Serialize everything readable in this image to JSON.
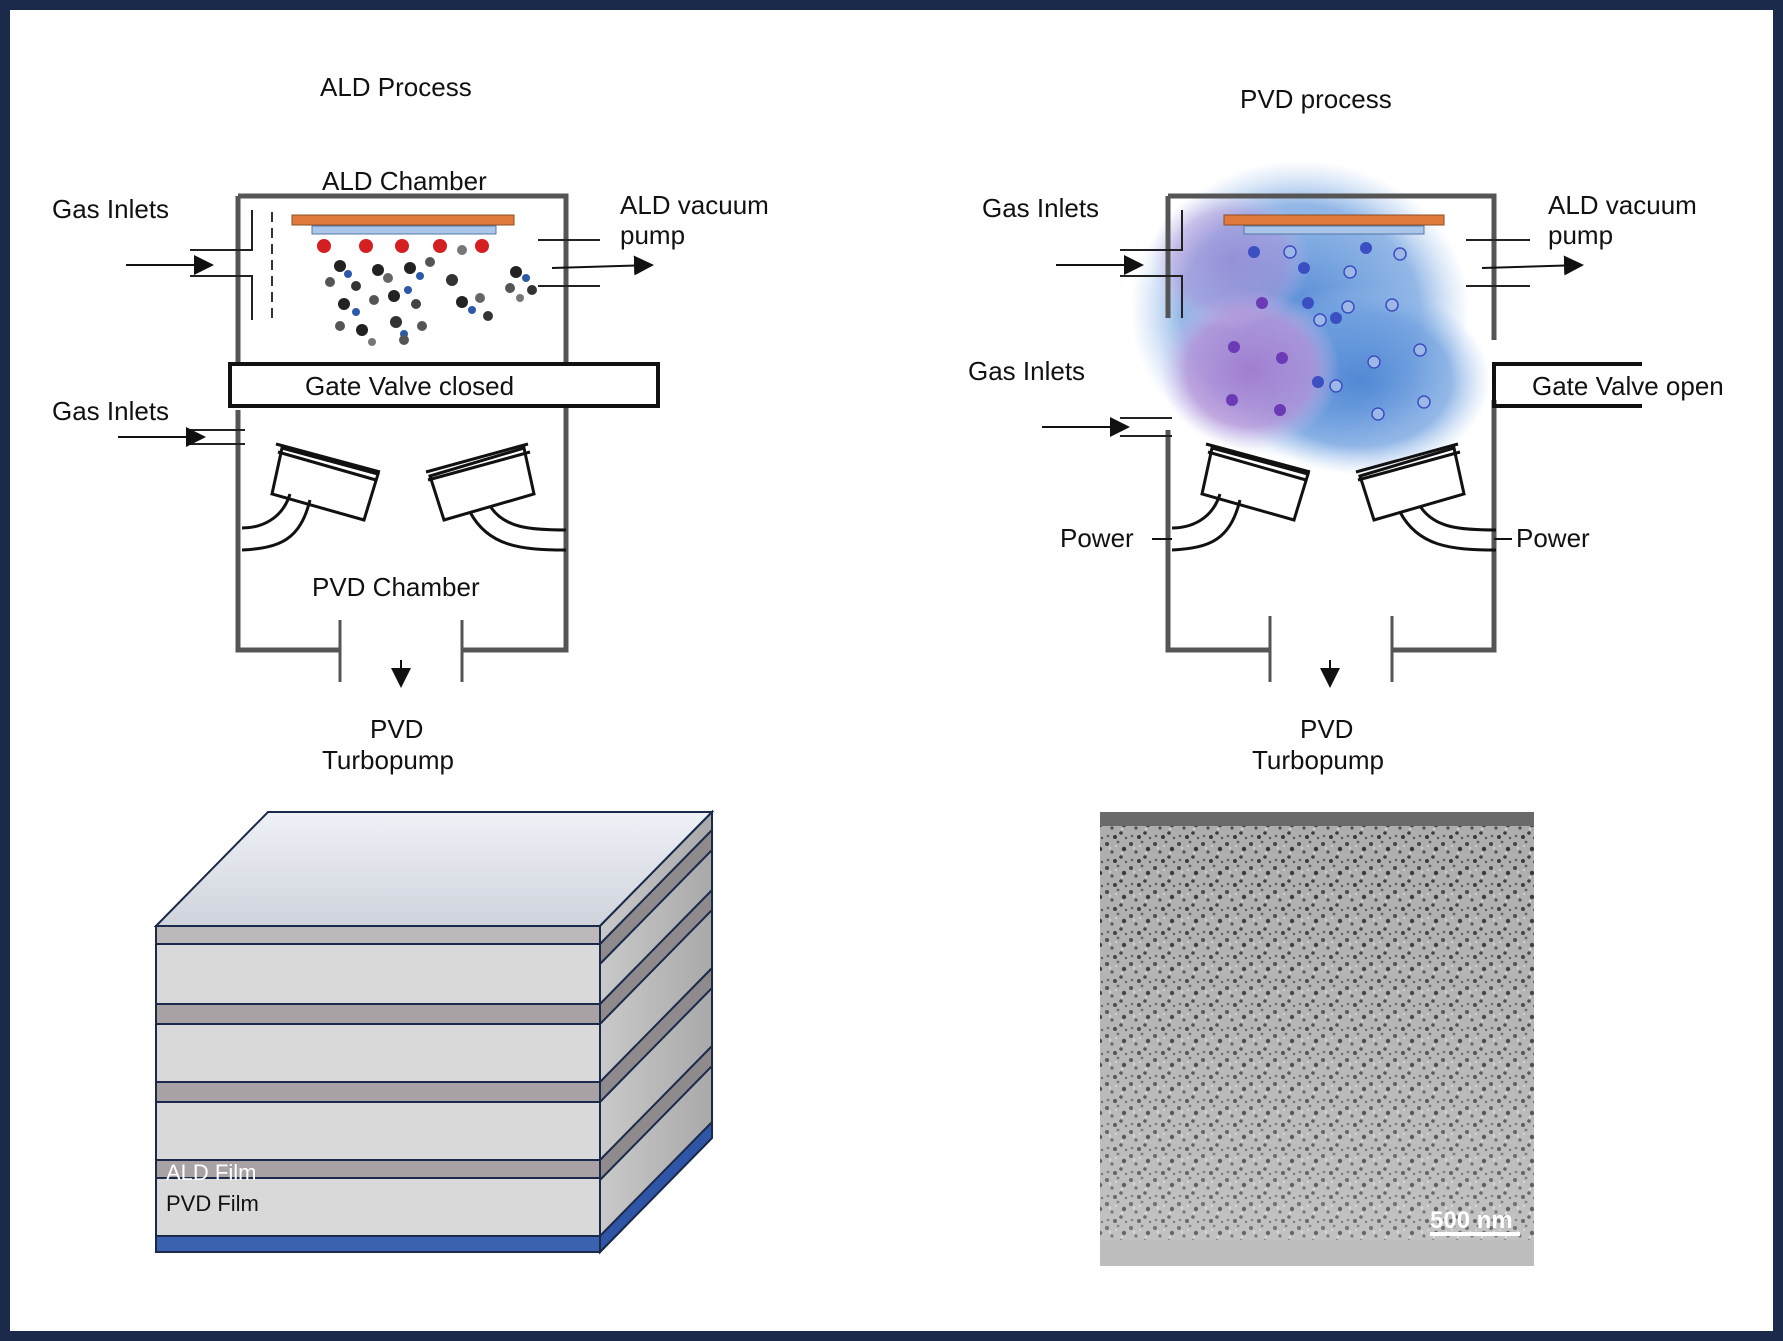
{
  "left_diagram": {
    "title": "ALD Process",
    "gas_inlets_top": "Gas Inlets",
    "gas_inlets_bottom": "Gas Inlets",
    "ald_chamber": "ALD Chamber",
    "vacuum_pump_line1": "ALD vacuum",
    "vacuum_pump_line2": "pump",
    "gate_valve": "Gate Valve closed",
    "pvd_chamber": "PVD Chamber",
    "turbopump_line1": "PVD",
    "turbopump_line2": "Turbopump"
  },
  "right_diagram": {
    "title": "PVD process",
    "gas_inlets_top": "Gas Inlets",
    "gas_inlets_bottom": "Gas Inlets",
    "vacuum_pump_line1": "ALD vacuum",
    "vacuum_pump_line2": "pump",
    "gate_valve": "Gate Valve open",
    "power_left": "Power",
    "power_right": "Power",
    "turbopump_line1": "PVD",
    "turbopump_line2": "Turbopump"
  },
  "stack_diagram": {
    "ald_film": "ALD Film",
    "pvd_film": "PVD Film"
  },
  "micrograph": {
    "scale_bar": "500 nm"
  },
  "colors": {
    "frame": "#1b2a4a",
    "substrate_orange": "#e07a3c",
    "substrate_blue": "#a9c6e8",
    "plasma_blue": "#5b8fd6",
    "plasma_purple": "#a77bc9",
    "ald_film": "#a8a2a4",
    "pvd_film": "#d9d9d9",
    "base_blue": "#3a62b0"
  }
}
